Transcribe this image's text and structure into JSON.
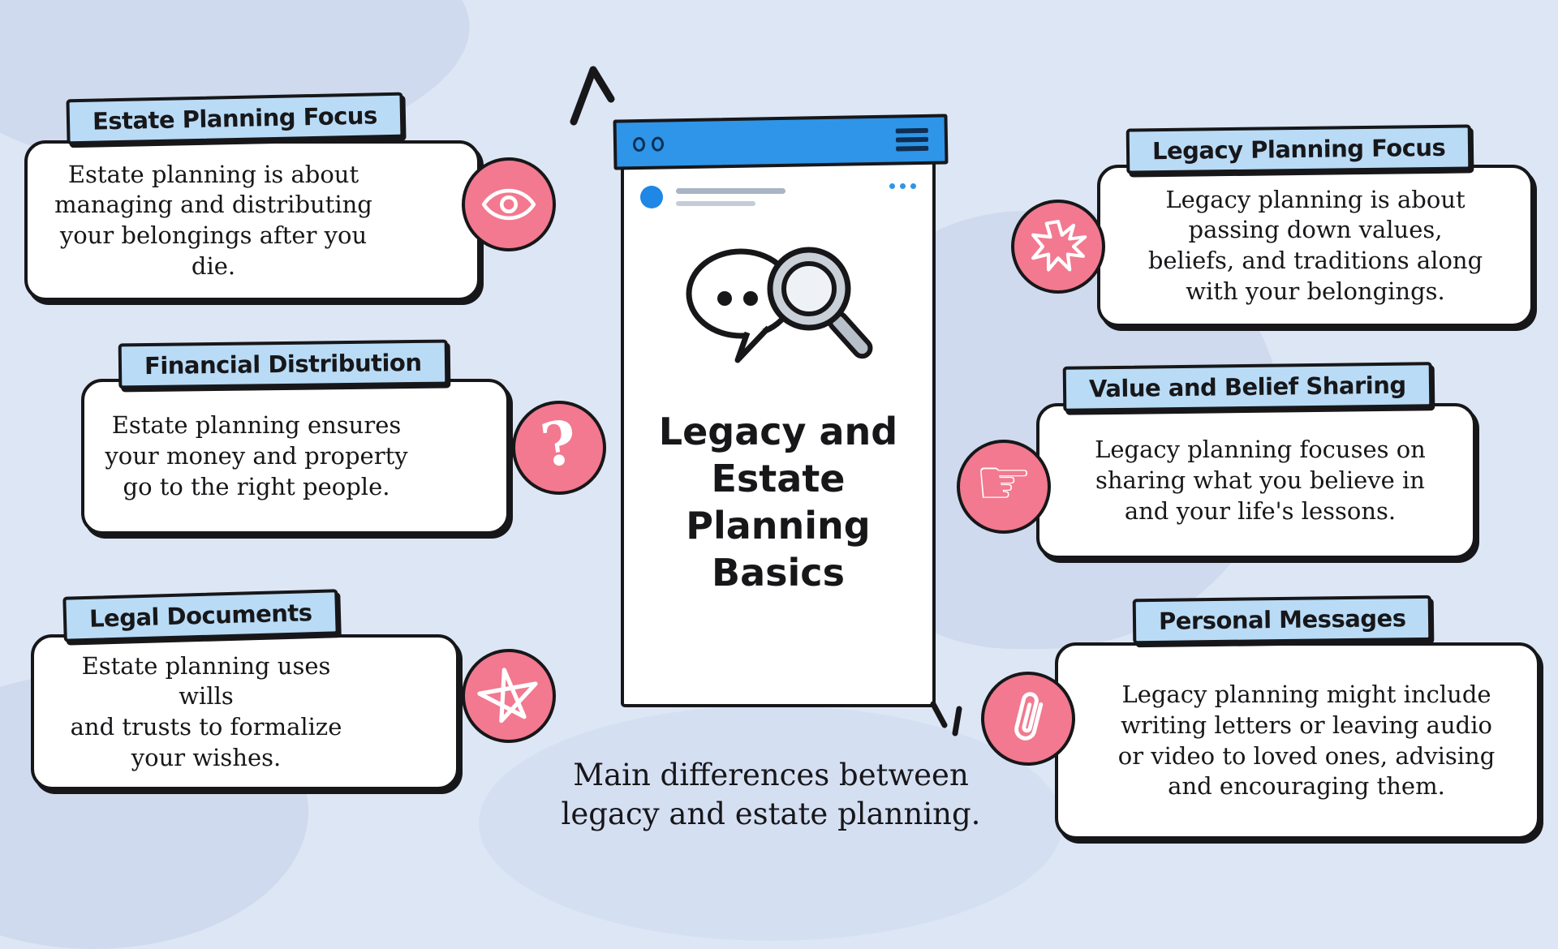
{
  "colors": {
    "background": "#dde6f4",
    "blob": "#cfdaee",
    "card_bg": "#ffffff",
    "banner_blue": "#b9dbf6",
    "accent_pink": "#f2798f",
    "phone_bar_blue": "#2e95e9",
    "ink": "#17171a"
  },
  "center": {
    "title": "Legacy and\nEstate\nPlanning\nBasics",
    "caption": "Main differences between\nlegacy and estate planning."
  },
  "icons": {
    "question_glyph": "?",
    "pointing_hand_glyph": "☞"
  },
  "cards": {
    "left": [
      {
        "header": "Estate Planning Focus",
        "body": "Estate planning is about\nmanaging and distributing\nyour belongings after you die.",
        "icon": "eye-icon"
      },
      {
        "header": "Financial Distribution",
        "body": "Estate planning ensures\nyour money and property\ngo to the right people.",
        "icon": "question-mark-icon"
      },
      {
        "header": "Legal Documents",
        "body": "Estate planning uses wills\nand trusts to formalize\nyour wishes.",
        "icon": "star-icon"
      }
    ],
    "right": [
      {
        "header": "Legacy Planning Focus",
        "body": "Legacy planning is about\npassing down values,\nbeliefs, and traditions along\nwith your belongings.",
        "icon": "burst-icon"
      },
      {
        "header": "Value and Belief Sharing",
        "body": "Legacy planning focuses on\nsharing what you believe in\nand your life's lessons.",
        "icon": "pointing-hand-icon"
      },
      {
        "header": "Personal Messages",
        "body": "Legacy planning might include\nwriting letters or leaving audio\nor video to loved ones, advising\nand encouraging them.",
        "icon": "paperclip-icon"
      }
    ]
  }
}
